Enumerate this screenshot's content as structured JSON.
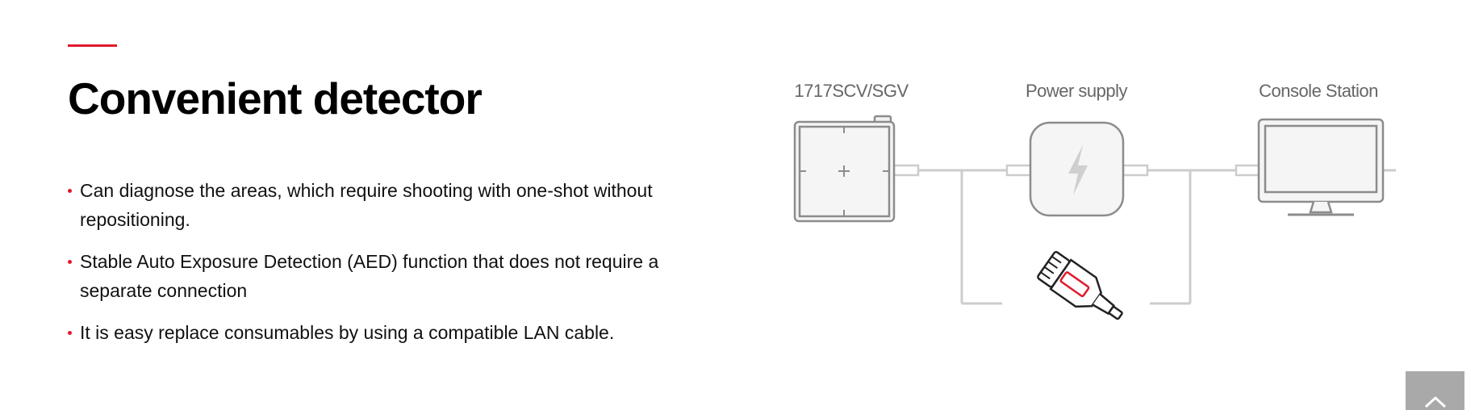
{
  "section": {
    "title": "Convenient detector",
    "accent_color": "#e01a2b"
  },
  "features": [
    "Can diagnose the areas, which require shooting with one-shot without repositioning.",
    "Stable Auto Exposure Detection (AED) function that does not require a separate connection",
    "It is easy replace consumables by using a compatible LAN cable."
  ],
  "diagram": {
    "labels": {
      "detector": "1717SCV/SGV",
      "power_supply": "Power supply",
      "console": "Console Station"
    },
    "icons": [
      "detector-icon",
      "power-supply-icon",
      "lightning-icon",
      "monitor-icon",
      "lan-cable-icon"
    ]
  },
  "scroll_top": {
    "icon": "chevron-up-icon",
    "color": "#a9a9a9"
  }
}
